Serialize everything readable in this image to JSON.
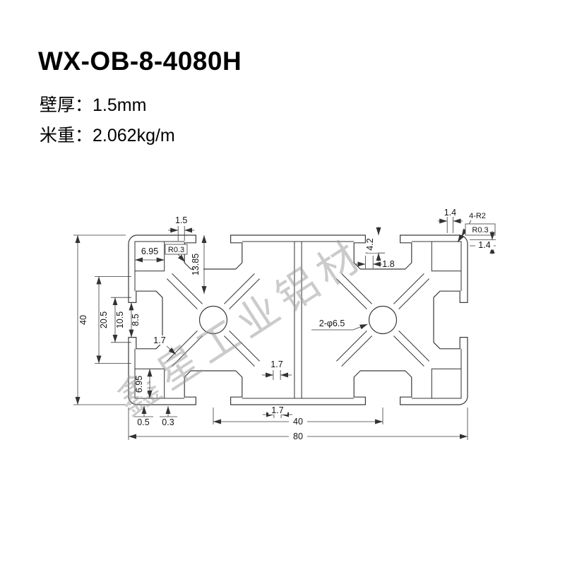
{
  "header": {
    "title": "WX-OB-8-4080H",
    "wall_label": "壁厚：",
    "wall_value": "1.5mm",
    "weight_label": "米重：",
    "weight_value": "2.062kg/m"
  },
  "watermark": "鑫星工业铝材",
  "drawing": {
    "description": "cross-section of 40x80 aluminum extrusion profile",
    "dims": {
      "wall_1_5": "1.5",
      "square_top": "6.95",
      "r_top_left": "R0.3",
      "h_13_85": "13.85",
      "h_4_2": "4.2",
      "w_1_8": "1.8",
      "w_1_4_top": "1.4",
      "r_4_r2": "4-R2",
      "r_0_3": "R0.3",
      "h_1_4_right": "1.4",
      "height_40": "40",
      "h_20_5": "20.5",
      "h_10_5": "10.5",
      "h_8_5": "8.5",
      "web_1_7_left": "1.7",
      "square_bottom": "6.95",
      "w_0_5": "0.5",
      "w_0_3": "0.3",
      "holes": "2-φ6.5",
      "web_1_7_mid": "1.7",
      "web_1_7_bottom": "1.7",
      "pitch_40": "40",
      "width_80": "80"
    }
  }
}
